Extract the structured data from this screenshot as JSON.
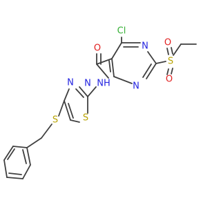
{
  "colors": {
    "bond": "#3f3f3f",
    "N": "#2323e0",
    "O": "#e11f1f",
    "S": "#b8a300",
    "Cl": "#35b035"
  },
  "atoms": {
    "cl": "Cl",
    "n_pyr_top": "N",
    "n_pyr_bottom": "N",
    "s_sulfonyl": "S",
    "o_sulfonyl_top": "O",
    "o_sulfonyl_bottom": "O",
    "o_carbonyl": "O",
    "nh_amide": "NH",
    "n_thiadiazole_left": "N",
    "n_thiadiazole_right": "N",
    "s_thiadiazole": "S",
    "s_thioether": "S"
  }
}
